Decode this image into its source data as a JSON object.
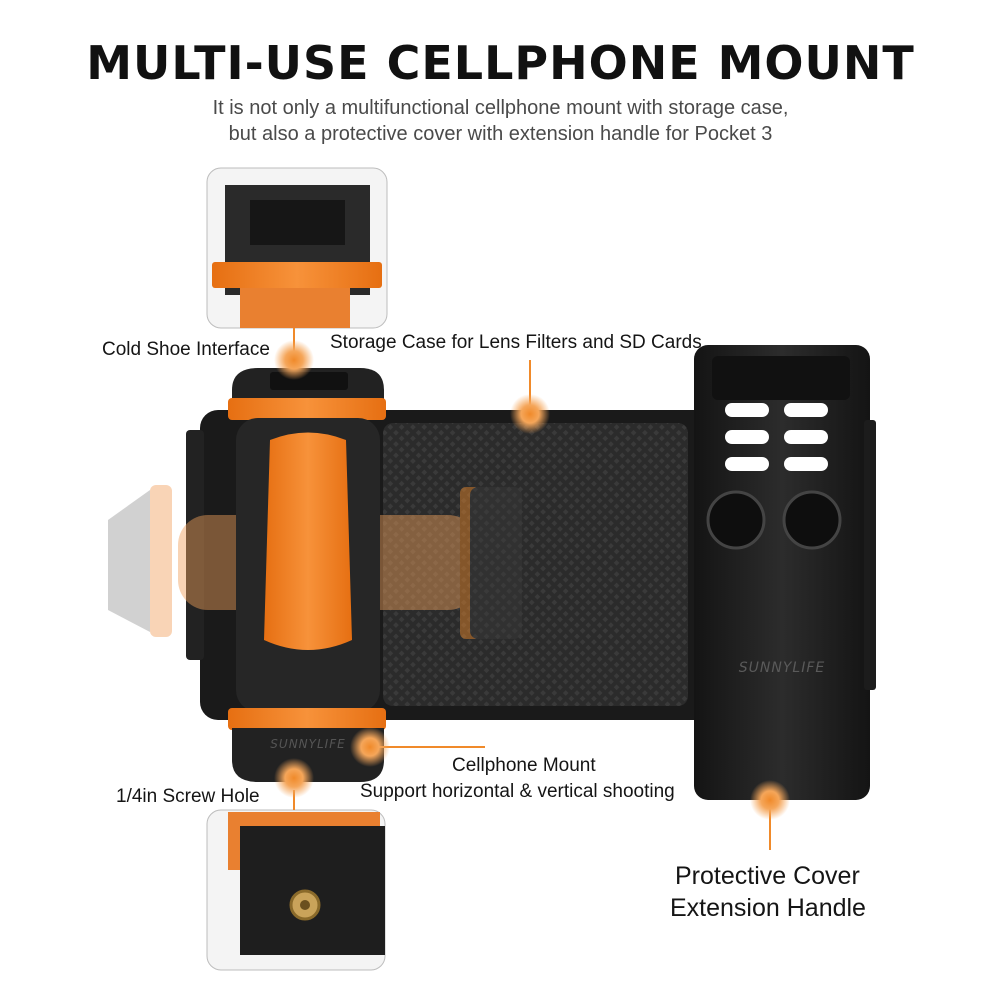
{
  "header": {
    "title": "MULTI-USE CELLPHONE MOUNT",
    "subtitle_line1": "It is not only a multifunctional cellphone mount with storage case,",
    "subtitle_line2": "but also a protective cover with extension handle for Pocket 3"
  },
  "callouts": {
    "cold_shoe": "Cold Shoe Interface",
    "storage_case": "Storage Case for Lens Filters and SD Cards",
    "cellphone_mount_line1": "Cellphone Mount",
    "cellphone_mount_line2": "Support horizontal & vertical shooting",
    "screw_hole": "1/4in Screw Hole",
    "protective_cover_line1": "Protective Cover",
    "protective_cover_line2": "Extension Handle"
  },
  "branding": {
    "logo_text": "SUNNYLIFE"
  },
  "colors": {
    "accent": "#f0801e",
    "body": "#1c1c1c",
    "marker": "#f3a04a"
  }
}
